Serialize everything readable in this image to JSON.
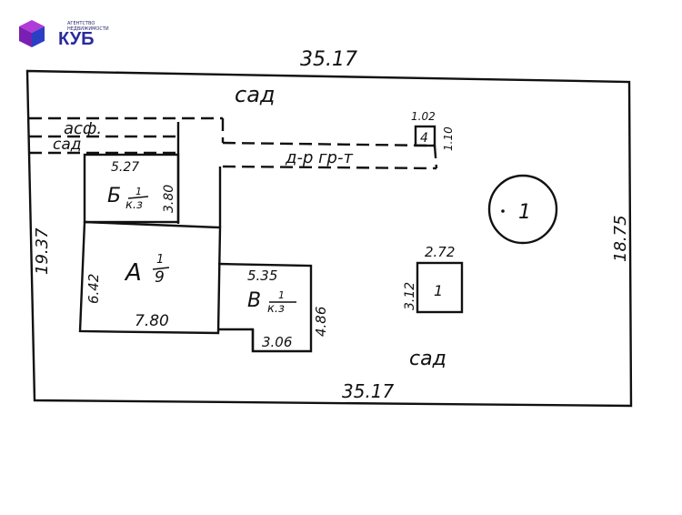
{
  "logo": {
    "tagline_1": "АГЕНТСТВО",
    "tagline_2": "НЕДВИЖИМОСТИ",
    "name": "КУБ"
  },
  "plan": {
    "top_length": "35.17",
    "bottom_length": "35.17",
    "left_width": "19.37",
    "right_width": "18.75",
    "garden_top": "сад",
    "garden_bottom": "сад",
    "garden_left": "сад",
    "asphalt": "асф.",
    "dirt_road": "д-р гр-т",
    "item4_width": "1.02",
    "item4_height": "1.10",
    "item4_label": "4",
    "building_b_width": "5.27",
    "building_b_height": "3.80",
    "building_b_letter": "Б",
    "building_b_fraction_top": "1",
    "building_b_fraction_bottom": "к.з",
    "building_a_depth": "6.42",
    "building_a_width": "7.80",
    "building_a_letter": "А",
    "building_a_fraction_top": "1",
    "building_a_fraction_bottom": "9",
    "building_v_width": "5.35",
    "building_v_height": "4.86",
    "building_v_letter": "В",
    "building_v_fraction_top": "1",
    "building_v_fraction_bottom": "к.з",
    "building_v_ext": "3.06",
    "shed_width": "2.72",
    "shed_depth": "3.12",
    "shed_label": "1",
    "well_label": "1"
  }
}
